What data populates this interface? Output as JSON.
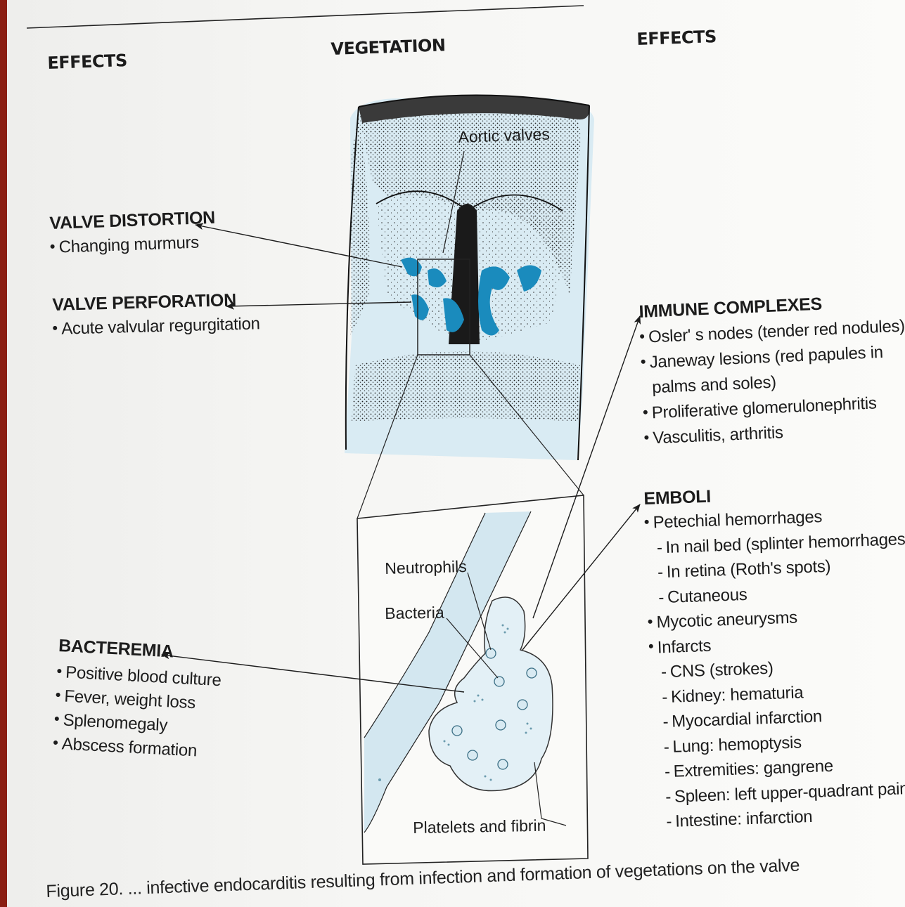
{
  "headers": {
    "effects_left": "EFFECTS",
    "vegetation": "VEGETATION",
    "effects_right": "EFFECTS"
  },
  "left": {
    "valve_distortion": {
      "title": "VALVE DISTORTION",
      "items": [
        "Changing murmurs"
      ]
    },
    "valve_perforation": {
      "title": "VALVE PERFORATION",
      "items": [
        "Acute valvular regurgitation"
      ]
    },
    "bacteremia": {
      "title": "BACTEREMIA",
      "items": [
        "Positive blood culture",
        "Fever, weight loss",
        "Splenomegaly",
        "Abscess formation"
      ]
    }
  },
  "diagram": {
    "aortic_valves": "Aortic valves",
    "neutrophils": "Neutrophils",
    "bacteria": "Bacteria",
    "platelets": "Platelets and fibrin"
  },
  "right": {
    "immune": {
      "title": "IMMUNE COMPLEXES",
      "items": [
        "Osler' s nodes (tender red nodules)",
        "Janeway lesions (red papules in",
        "palms and soles)",
        "Proliferative glomerulonephritis",
        "Vasculitis, arthritis"
      ]
    },
    "emboli": {
      "title": "EMBOLI",
      "lines": [
        {
          "kind": "bullet",
          "text": "Petechial hemorrhages"
        },
        {
          "kind": "dash",
          "text": "In nail bed (splinter hemorrhages)"
        },
        {
          "kind": "dash",
          "text": "In retina (Roth's spots)"
        },
        {
          "kind": "dash",
          "text": "Cutaneous"
        },
        {
          "kind": "bullet",
          "text": "Mycotic aneurysms"
        },
        {
          "kind": "bullet",
          "text": "Infarcts"
        },
        {
          "kind": "dash",
          "text": "CNS (strokes)"
        },
        {
          "kind": "dash",
          "text": "Kidney: hematuria"
        },
        {
          "kind": "dash",
          "text": "Myocardial infarction"
        },
        {
          "kind": "dash",
          "text": "Lung: hemoptysis"
        },
        {
          "kind": "dash",
          "text": "Extremities: gangrene"
        },
        {
          "kind": "dash",
          "text": "Spleen: left upper-quadrant pain"
        },
        {
          "kind": "dash",
          "text": "Intestine: infarction"
        }
      ]
    }
  },
  "caption": "Figure 20. ... infective endocarditis resulting from infection and formation of vegetations on the valve",
  "colors": {
    "vegetation_blue": "#1a8bbd",
    "light_blue": "#cfe6f0",
    "ink": "#1c1c1c",
    "frame_red": "#8a1e12"
  }
}
